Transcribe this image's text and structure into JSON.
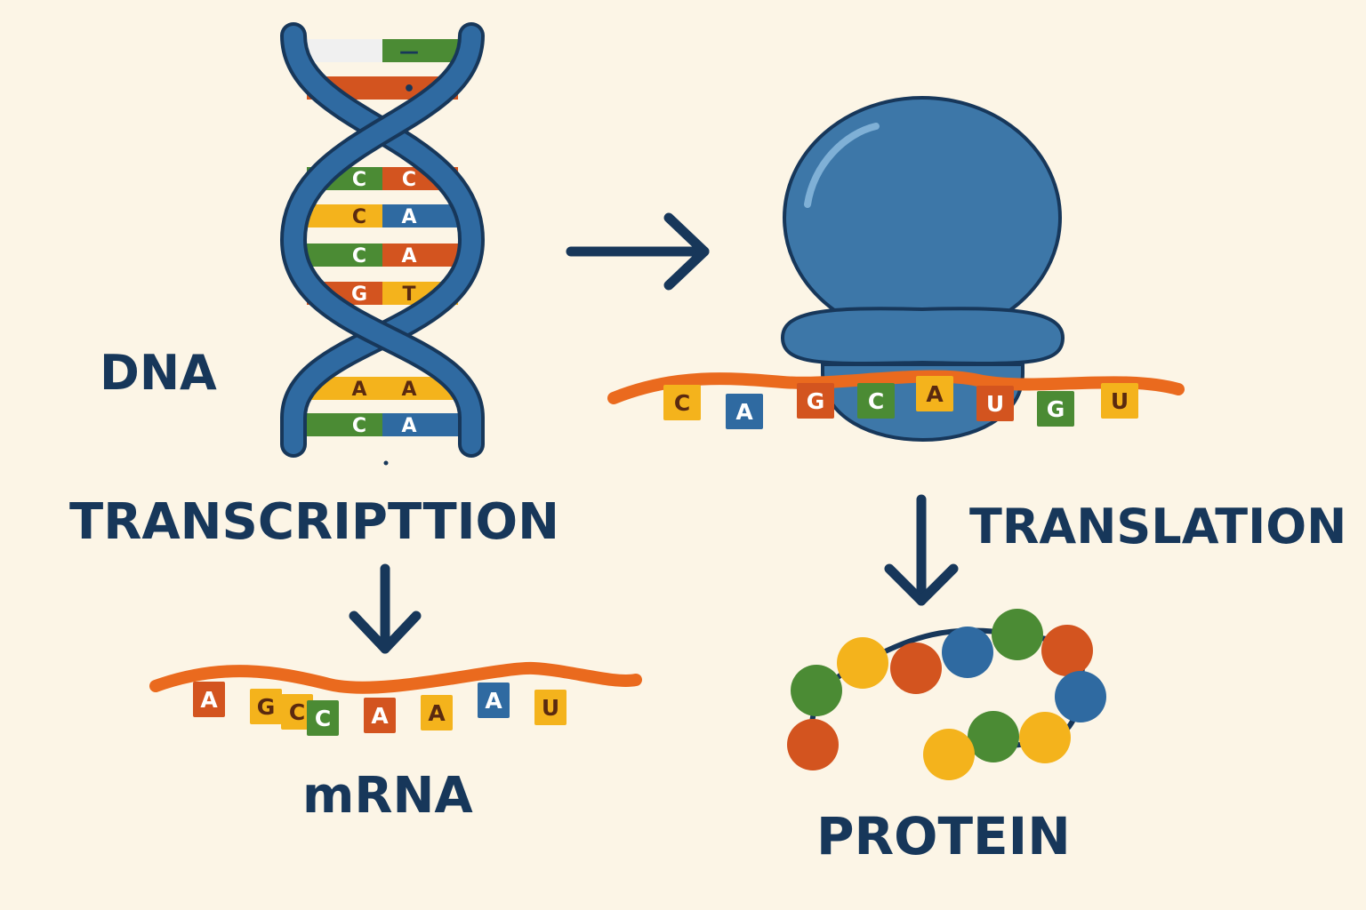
{
  "labels": {
    "dna": "DNA",
    "transcription": "TRANSCRIPTTION",
    "mrna": "mRNA",
    "translation": "TRANSLATION",
    "protein": "PROTEIN"
  },
  "dna_rungs": [
    {
      "left": "",
      "right": "—",
      "left_color": "#f0f0f0",
      "right_color": "#4b8b34"
    },
    {
      "left": "",
      "right": "•",
      "left_color": "#d3541f",
      "right_color": "#d3541f"
    },
    {
      "left": "C",
      "right": "C",
      "left_color": "#4b8b34",
      "right_color": "#d3541f"
    },
    {
      "left": "C",
      "right": "A",
      "left_color": "#f4b31c",
      "right_color": "#2f6aa1"
    },
    {
      "left": "C",
      "right": "A",
      "left_color": "#4b8b34",
      "right_color": "#d3541f"
    },
    {
      "left": "G",
      "right": "T",
      "left_color": "#d3541f",
      "right_color": "#f4b31c"
    },
    {
      "left": "A",
      "right": "A",
      "left_color": "#f4b31c",
      "right_color": "#f4b31c"
    },
    {
      "left": "C",
      "right": "A",
      "left_color": "#4b8b34",
      "right_color": "#2f6aa1"
    }
  ],
  "mrna_bases": [
    {
      "letter": "A",
      "color": "#d3541f"
    },
    {
      "letter": "G",
      "color": "#f4b31c"
    },
    {
      "letter": "C",
      "color": "#f4b31c"
    },
    {
      "letter": "C",
      "color": "#4b8b34"
    },
    {
      "letter": "A",
      "color": "#d3541f"
    },
    {
      "letter": "A",
      "color": "#f4b31c"
    },
    {
      "letter": "A",
      "color": "#2f6aa1"
    },
    {
      "letter": "U",
      "color": "#f4b31c"
    }
  ],
  "ribosome_bases": [
    {
      "letter": "C",
      "color": "#f4b31c"
    },
    {
      "letter": "A",
      "color": "#2f6aa1"
    },
    {
      "letter": "G",
      "color": "#d3541f"
    },
    {
      "letter": "C",
      "color": "#4b8b34"
    },
    {
      "letter": "A",
      "color": "#f4b31c"
    },
    {
      "letter": "U",
      "color": "#d3541f"
    },
    {
      "letter": "G",
      "color": "#4b8b34"
    },
    {
      "letter": "U",
      "color": "#f4b31c"
    }
  ],
  "protein_beads": [
    "#d3541f",
    "#4b8b34",
    "#f4b31c",
    "#d3541f",
    "#2f6aa1",
    "#4b8b34",
    "#d3541f",
    "#2f6aa1",
    "#f4b31c",
    "#4b8b34",
    "#f4b31c"
  ],
  "colors": {
    "background": "#fcf5e6",
    "ink": "#17375a",
    "strand": "#2f6aa1",
    "ribosome": "#3d77a8",
    "rna": "#ea6a1e"
  }
}
